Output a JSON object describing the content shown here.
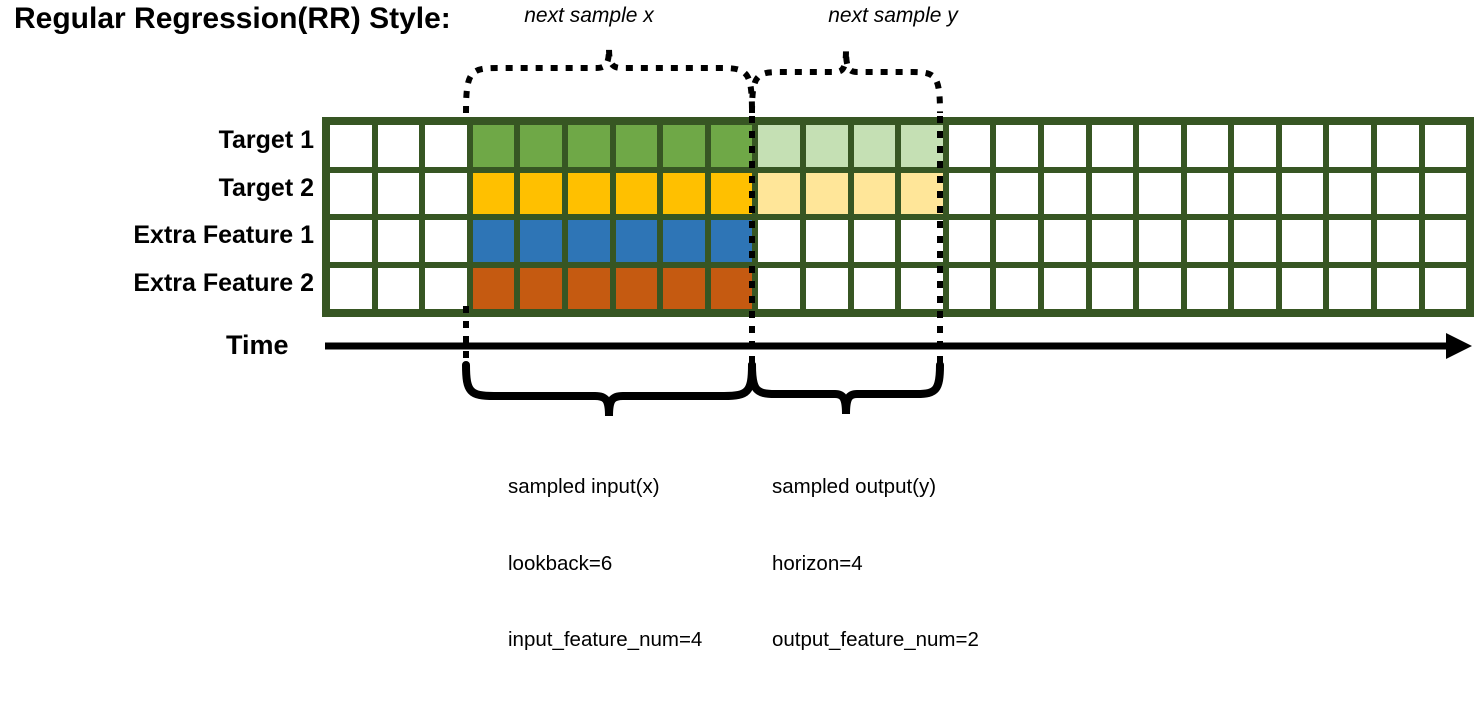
{
  "title": "Regular Regression(RR) Style:",
  "row_labels": [
    "Target 1",
    "Target 2",
    "Extra Feature 1",
    "Extra Feature 2"
  ],
  "time_axis_label": "Time",
  "top_annotations": {
    "left": "next sample x",
    "right": "next sample y"
  },
  "bottom_annotations": {
    "input": {
      "line1": "sampled input(x)",
      "line2": "lookback=6",
      "line3": "input_feature_num=4"
    },
    "output": {
      "line1": "sampled output(y)",
      "line2": "horizon=4",
      "line3": "output_feature_num=2"
    }
  },
  "colors": {
    "grid_border": "#375623",
    "target1_input": "#6FA847",
    "target1_output": "#C5E0B4",
    "target2_input": "#FFC000",
    "target2_output": "#FFE699",
    "extra1_input": "#2E75B6",
    "extra2_input": "#C55A11",
    "empty": "#ffffff",
    "ink": "#000000"
  },
  "grid": {
    "columns": 24,
    "rows": 4,
    "lead_empty_columns": 3,
    "input_columns": 6,
    "output_columns": 4,
    "trailing_empty_columns": 11,
    "row_fills": [
      [
        "#ffffff",
        "#ffffff",
        "#ffffff",
        "#6FA847",
        "#6FA847",
        "#6FA847",
        "#6FA847",
        "#6FA847",
        "#6FA847",
        "#C5E0B4",
        "#C5E0B4",
        "#C5E0B4",
        "#C5E0B4",
        "#ffffff",
        "#ffffff",
        "#ffffff",
        "#ffffff",
        "#ffffff",
        "#ffffff",
        "#ffffff",
        "#ffffff",
        "#ffffff",
        "#ffffff",
        "#ffffff"
      ],
      [
        "#ffffff",
        "#ffffff",
        "#ffffff",
        "#FFC000",
        "#FFC000",
        "#FFC000",
        "#FFC000",
        "#FFC000",
        "#FFC000",
        "#FFE699",
        "#FFE699",
        "#FFE699",
        "#FFE699",
        "#ffffff",
        "#ffffff",
        "#ffffff",
        "#ffffff",
        "#ffffff",
        "#ffffff",
        "#ffffff",
        "#ffffff",
        "#ffffff",
        "#ffffff",
        "#ffffff"
      ],
      [
        "#ffffff",
        "#ffffff",
        "#ffffff",
        "#2E75B6",
        "#2E75B6",
        "#2E75B6",
        "#2E75B6",
        "#2E75B6",
        "#2E75B6",
        "#ffffff",
        "#ffffff",
        "#ffffff",
        "#ffffff",
        "#ffffff",
        "#ffffff",
        "#ffffff",
        "#ffffff",
        "#ffffff",
        "#ffffff",
        "#ffffff",
        "#ffffff",
        "#ffffff",
        "#ffffff",
        "#ffffff"
      ],
      [
        "#ffffff",
        "#ffffff",
        "#ffffff",
        "#C55A11",
        "#C55A11",
        "#C55A11",
        "#C55A11",
        "#C55A11",
        "#C55A11",
        "#ffffff",
        "#ffffff",
        "#ffffff",
        "#ffffff",
        "#ffffff",
        "#ffffff",
        "#ffffff",
        "#ffffff",
        "#ffffff",
        "#ffffff",
        "#ffffff",
        "#ffffff",
        "#ffffff",
        "#ffffff",
        "#ffffff"
      ]
    ]
  }
}
